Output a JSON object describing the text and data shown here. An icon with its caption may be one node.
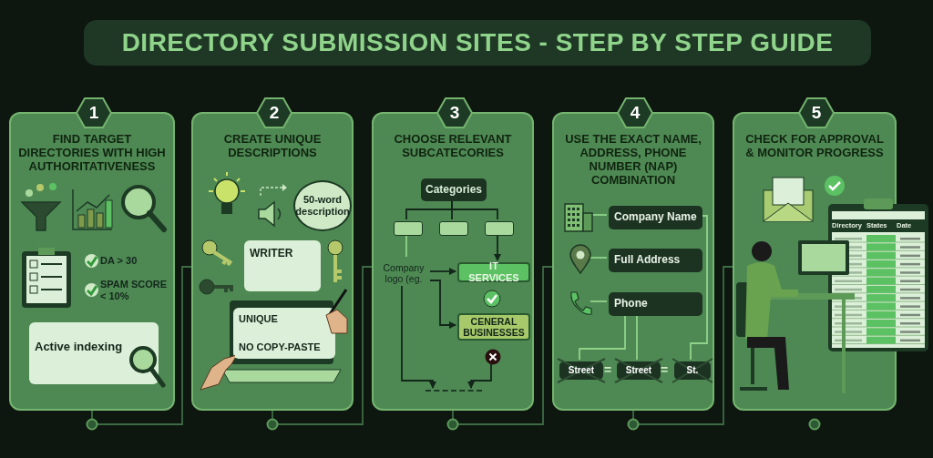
{
  "diagram": {
    "title": "DIRECTORY SUBMISSION SITES - STEP BY STEP GUIDE",
    "nodes": [
      {
        "text": [
          "1",
          "FIND TARGET DIRECTORIES WITH HIGH AUTHORITATIVENESS"
        ]
      },
      {
        "text": [
          "Active indexing"
        ],
        "in": 0
      },
      {
        "text": [
          "2",
          "CREATE UNIQUE DESCRIPTIONS"
        ]
      },
      {
        "text": [
          "50-word description"
        ],
        "in": 2
      },
      {
        "text": [
          "WRITER"
        ],
        "in": 2
      },
      {
        "text": [
          "UNIQUE",
          "NO COPY-PASTE"
        ],
        "in": 2
      },
      {
        "text": [
          "3",
          "CHOOSE RELEVANT SUBCATECORIES"
        ]
      },
      {
        "text": [
          "Categories"
        ],
        "in": 6
      },
      {
        "text": [],
        "shape": "box",
        "in": 6
      },
      {
        "text": [],
        "shape": "box",
        "in": 6
      },
      {
        "text": [],
        "shape": "box",
        "in": 6
      },
      {
        "text": [
          "Company logo (eg."
        ],
        "in": 6
      },
      {
        "text": [
          "IT SERVICES"
        ],
        "in": 6
      },
      {
        "text": [
          "CENERAL BUSINESSES"
        ],
        "in": 6
      },
      {
        "text": [],
        "shape": "circle",
        "in": 6
      },
      {
        "text": [],
        "shape": "bar",
        "in": 6
      },
      {
        "text": [
          "4",
          "USE THE EXACT NAME, ADDRESS, PHONE NUMBER (NAP) COMBINATION"
        ]
      },
      {
        "text": [],
        "shape": "picture",
        "in": 16
      },
      {
        "text": [
          "Company Name"
        ],
        "in": 16
      },
      {
        "text": [],
        "shape": "picture",
        "in": 16
      },
      {
        "text": [
          "Full Address"
        ],
        "in": 16
      },
      {
        "text": [],
        "shape": "picture",
        "in": 16
      },
      {
        "text": [
          "Phone"
        ],
        "in": 16
      },
      {
        "text": [
          "Street"
        ],
        "in": 16
      },
      {
        "text": [
          "Street"
        ],
        "in": 16
      },
      {
        "text": [
          "St."
        ],
        "in": 16
      },
      {
        "text": [
          "5",
          "CHECK FOR APPROVAL & MONITOR PROGRESS"
        ]
      }
    ],
    "edges": [
      {
        "from": 0,
        "to": 2,
        "arrow": "none",
        "color": "#3d6b44"
      },
      {
        "from": 2,
        "to": 6,
        "arrow": "none",
        "color": "#3d6b44"
      },
      {
        "from": 6,
        "to": 16,
        "arrow": "none",
        "color": "#3d6b44"
      },
      {
        "from": 16,
        "to": 26,
        "arrow": "none",
        "color": "#3d6b44"
      },
      {
        "from": 7,
        "to": 8,
        "arrow": "none"
      },
      {
        "from": 7,
        "to": 9,
        "arrow": "none"
      },
      {
        "from": 7,
        "to": 10,
        "arrow": "none"
      },
      {
        "from": 10,
        "to": 12,
        "arrow": "to"
      },
      {
        "from": 8,
        "to": 11,
        "arrow": "none",
        "color": "#8fd38a"
      },
      {
        "from": 11,
        "to": 12,
        "arrow": "to"
      },
      {
        "from": 11,
        "to": 13,
        "arrow": "to"
      },
      {
        "from": 11,
        "to": 15,
        "arrow": "to"
      },
      {
        "from": 14,
        "to": 15,
        "arrow": "to"
      },
      {
        "from": 17,
        "to": 18,
        "arrow": "none",
        "color": "#8fd38a"
      },
      {
        "from": 19,
        "to": 20,
        "arrow": "none",
        "color": "#8fd38a"
      },
      {
        "from": 21,
        "to": 22,
        "arrow": "none",
        "color": "#8fd38a"
      },
      {
        "from": 18,
        "to": 25,
        "arrow": "none",
        "color": "#8fd38a"
      },
      {
        "from": 22,
        "to": 23,
        "arrow": "none",
        "color": "#8fd38a"
      },
      {
        "from": 22,
        "to": 24,
        "arrow": "none",
        "color": "#8fd38a"
      }
    ],
    "labels": [
      "DA > 30",
      "SPAM SCORE < 10%",
      "=",
      "=",
      "Directory",
      "States",
      "Date"
    ]
  }
}
